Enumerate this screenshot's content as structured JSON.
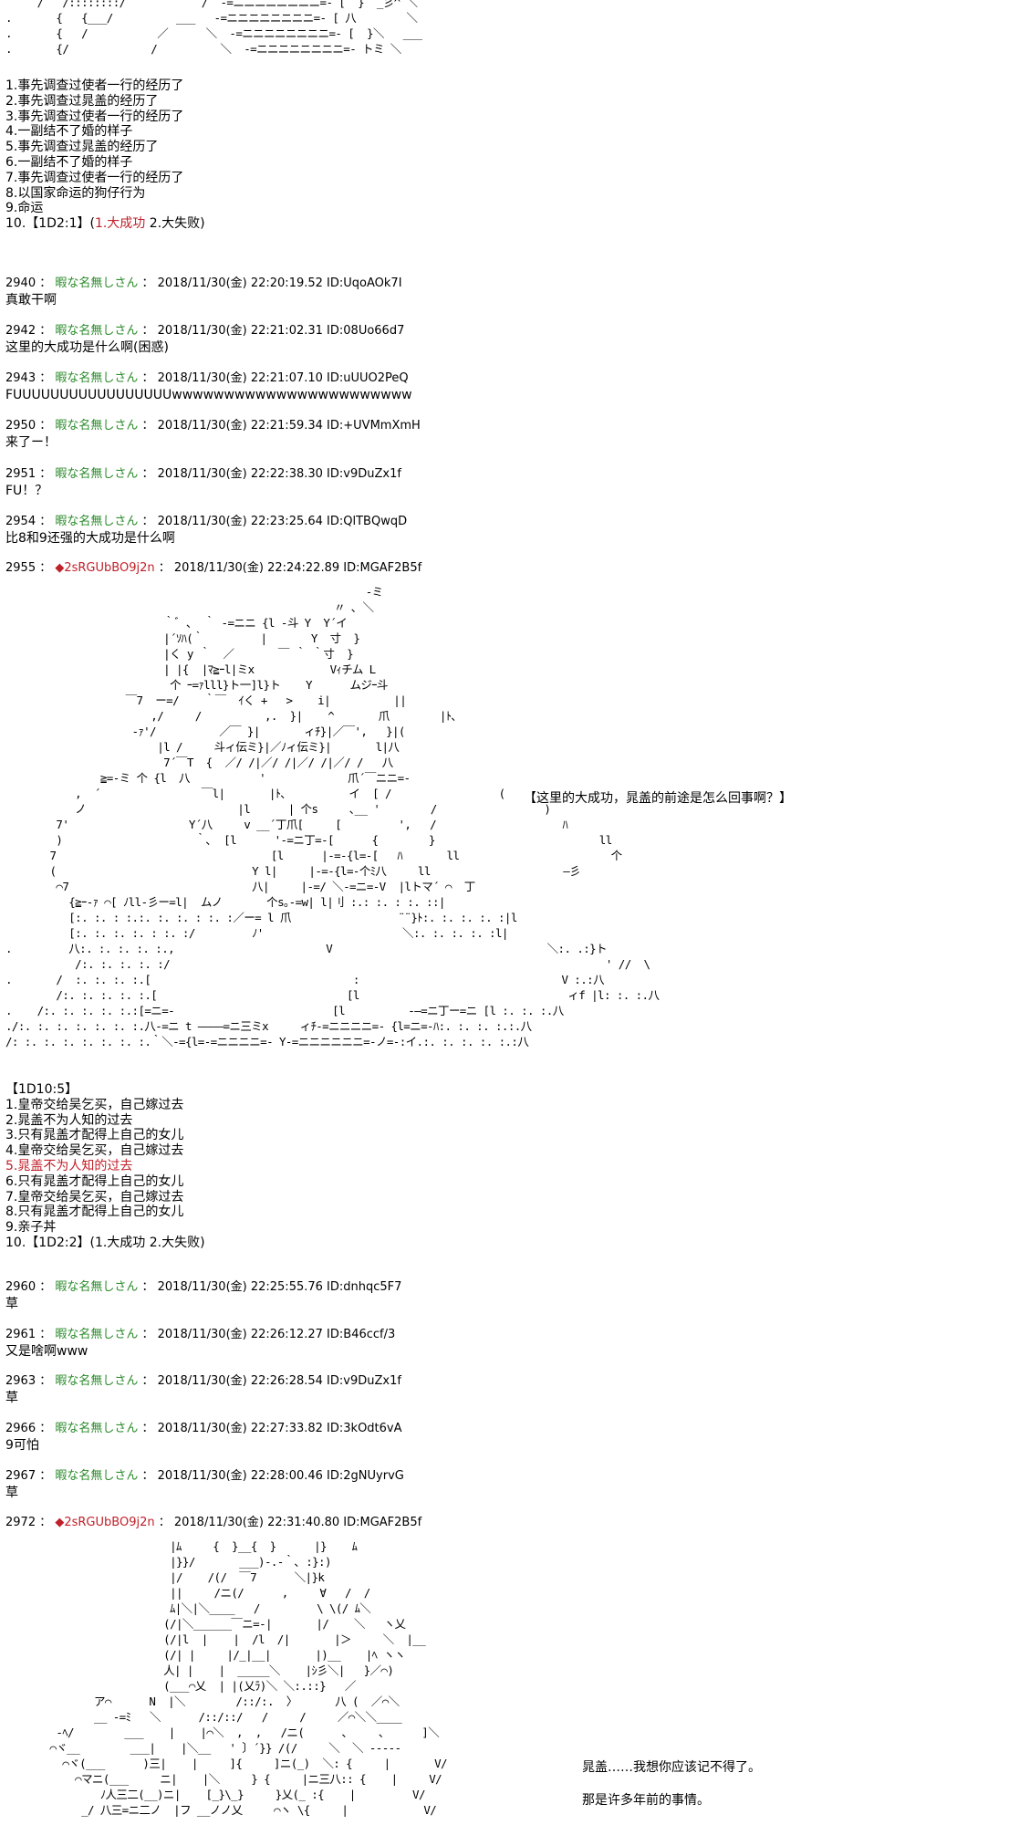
{
  "top_art": "     /   /::::::::/            /  -=ニニニニニニニニ=- [  }  _彡^ ＼\n.       {   {___/          ___   -=ニニニニニニニニ=- [ 八        ＼\n.       {   /           ／      ＼  -=ニニニニニニニニ=- [  }＼   ___\n.       {/             /          ＼  -=ニニニニニニニニ=- トミ ＼",
  "roll1_lines": [
    "1.事先调查过使者一行的经历了",
    "2.事先调查过晁盖的经历了",
    "3.事先调查过使者一行的经历了",
    "4.一副结不了婚的样子",
    "5.事先调查过晁盖的经历了",
    "6.一副结不了婚的样子",
    "7.事先调查过使者一行的经历了",
    "8.以国家命运的狗仔行为",
    "9.命运"
  ],
  "roll1_dice": {
    "prefix": "10.【1D2:1】(",
    "success": "1.大成功",
    "suffix": "  2.大失败)"
  },
  "posts_a": [
    {
      "num": "2940",
      "name": "暇な名無しさん",
      "date": "2018/11/30(金) 22:20:19.52",
      "id": "ID:UqoAOk7I",
      "body": "真敢干啊"
    },
    {
      "num": "2942",
      "name": "暇な名無しさん",
      "date": "2018/11/30(金) 22:21:02.31",
      "id": "ID:08Uo66d7",
      "body": "这里的大成功是什么啊(困惑)"
    },
    {
      "num": "2943",
      "name": "暇な名無しさん",
      "date": "2018/11/30(金) 22:21:07.10",
      "id": "ID:uUUO2PeQ",
      "body": "FUUUUUUUUUUUUUUUUUwwwwwwwwwwwwwwwwwwwwwww"
    },
    {
      "num": "2950",
      "name": "暇な名無しさん",
      "date": "2018/11/30(金) 22:21:59.34",
      "id": "ID:+UVMmXmH",
      "body": "来了ー！"
    },
    {
      "num": "2951",
      "name": "暇な名無しさん",
      "date": "2018/11/30(金) 22:22:38.30",
      "id": "ID:v9DuZx1f",
      "body": "FU！？"
    },
    {
      "num": "2954",
      "name": "暇な名無しさん",
      "date": "2018/11/30(金) 22:23:25.64",
      "id": "ID:QlTBQwqD",
      "body": "比8和9还强的大成功是什么啊"
    }
  ],
  "op_post_1": {
    "num": "2955",
    "name": "◆2sRGUbBO9j2n",
    "date": "2018/11/30(金) 22:24:22.89",
    "id": "ID:MGAF2B5f"
  },
  "middle_art": "                                                         -ミ\n                                                    〃 ､ ＼\n                         ｀ﾞ ､  ｀ -=ニニ {l -斗 Y  Y´イ\n                         |´ｿﾊ(｀         |       Y  寸  }\n                         |く y ｀  ／       ￣ ｀ ｀寸  }\n                         | |{  |ﾏ≧ｰl|ミx            Vｨチム L\n                          个 ｰ=ｧlll}ト一]l}ト    Y      ムジｰ斗\n                   ￣7  ー=/    ｀￣  ｲく +   >    i|          ||\n                       ,/     /          ,.  }|    ^       爪        |ﾄ､\n                    -ｧ'/          ／￣ }|       ィﾁ}|／￣',   }|(\n                        |l /     斗ィ伝ミ}|／ﾉィ伝ミ}|       l|八\n                         7´￣T  {  ／/ /|／/ /|／/ /|／/ /   八\n               ≧=-ミ 个 {l  八           '             爪´￣ニニ=-\n           ,  ´                ￣l|       |ﾄ､          イ  [ /                 (\n           ノ                        |l      | 个s     ､__ '        /                 )\n        7'                   Y´八     v __´丁爪[     [         ',   /                    ﾊ\n        )                     ｀､  [l      '-=ニ丁=-[      {        }                          ll\n       7                                  [l      |-=-{l=-[   ﾊ       ll                        个\n       (                               Y l|     |-=-{l=-个ﾐ八     ll                     ―彡\n        ⌒7                             八|     |-=/ ＼-=ニ=-V  |lトマ´ ⌒  丁\n          {≧ｰ-ｧ ⌒[ ﾉll-彡ー=l|  ムノ       个s｡-=w| l|刂 :.: :. : :. ::|\n          [:. :. : :.:. :. :. : :. :／ー= l 爪                 ¨¨}ﾄ:. :. :. :. :|l\n          [:. :. :. :. : :. :/         ﾉ'                      ＼:. :. :. :. :l|\n.         八:. :. :. :. :.,                        V                                  ＼:. .:}ト\n           /:. :. :. :. :/                                                                     ' //  \\\n.       /  :. :. :. :.[                                :                                V :.:八\n        /:. :. :. :. :.[                              [l                                 ィf |l: :. :.八\n.    /:. :. :. :. :.:[=ニ=-                         [l          -―=ニ丁ー=ニ [l :. :. :.八\n./:. :. :. :. :. :. :.八-=ニ t ――――=ニ三ミx     ィﾁ-=ニニニニ=- {l=ニ=-ﾊ:. :. :. :.:.八\n/: :. :. :. :. :. :. :.｀＼-={l=-=ニニニニ=- Y-=ニニニニニニ=-ノ=-:イ.:. :. :. :. :.:八",
  "middle_note": "【这里的大成功，晁盖的前途是怎么回事啊？】",
  "roll2_lines": [
    "【1D10:5】",
    "1.皇帝交给吴乞买，自己嫁过去",
    "2.晁盖不为人知的过去",
    "3.只有晁盖才配得上自己的女儿",
    "4.皇帝交给吴乞买，自己嫁过去",
    "5.晁盖不为人知的过去",
    "6.只有晁盖才配得上自己的女儿",
    "7.皇帝交给吴乞买，自己嫁过去",
    "8.只有晁盖才配得上自己的女儿",
    "9.亲子丼",
    "10.【1D2:2】(1.大成功  2.大失败)"
  ],
  "roll2_highlight_index": 5,
  "posts_b": [
    {
      "num": "2960",
      "name": "暇な名無しさん",
      "date": "2018/11/30(金) 22:25:55.76",
      "id": "ID:dnhqc5F7",
      "body": "草"
    },
    {
      "num": "2961",
      "name": "暇な名無しさん",
      "date": "2018/11/30(金) 22:26:12.27",
      "id": "ID:B46ccf/3",
      "body": "又是啥啊www"
    },
    {
      "num": "2963",
      "name": "暇な名無しさん",
      "date": "2018/11/30(金) 22:26:28.54",
      "id": "ID:v9DuZx1f",
      "body": "草"
    },
    {
      "num": "2966",
      "name": "暇な名無しさん",
      "date": "2018/11/30(金) 22:27:33.82",
      "id": "ID:3kOdt6vA",
      "body": "9可怕"
    },
    {
      "num": "2967",
      "name": "暇な名無しさん",
      "date": "2018/11/30(金) 22:28:00.46",
      "id": "ID:2gNUyrvG",
      "body": "草"
    }
  ],
  "op_post_2": {
    "num": "2972",
    "name": "◆2sRGUbBO9j2n",
    "date": "2018/11/30(金) 22:31:40.80",
    "id": "ID:MGAF2B5f"
  },
  "bottom_art": "                          |ﾑ     {  }__{  }      |}    ﾑ\n                          |}}/       ___)-.-｀､ :}:)\n                          |/    /(/  ￣7      ＼|}k\n                          ||     /ニ(/      ,     ∀   /  /\n                          ﾑ|＼|＼____   /         \\ \\(/ ﾑ＼\n                         (/|＼______￣ニ=-|       |/    ＼   ヽ乂\n                         (/|l  |    |  /l  /|       |＞     ＼  |__\n                         (/| |     |/_|__|       |)__    |ﾍ ヽヽ\n                         人| |    |  _____＼    |ｼ彡＼|   }／⌒)\n                         (___⌒乂  | |(乂ﾗ)＼ ＼:.::}   ／\n              ア⌒      N  |＼        /::/:.  〉      八 (  ／⌒＼\n              __ -=ﾐ   ＼      /::/::/   /     /     ／⌒＼＼____\n        -ﾍ/        ___    |    |⌒＼  ,  ,   /ニ(      ､     ､      ]＼\n       ⌒ヾ__        ___|    |＼__   ' 〕´}} /(/     ＼  ＼ -----\n         ⌒ヾ(___      )三|    |     ]{     ]ニ(_)  ＼: {     |       V/\n           ⌒マニ(___     ニ|    |＼     } {     |ニ三八:: {    |     V/\n               ﾉ人三二(__)ニ|    [_}\\_}     }乂(_ :{    |         V/\n            _/ 八三=ニ二ノ  |フ __ノノ乂     ⌒ヽ \\{     |            V/",
  "bottom_note_1": "晁盖……我想你应该记不得了。",
  "bottom_note_2": "那是许多年前的事情。"
}
